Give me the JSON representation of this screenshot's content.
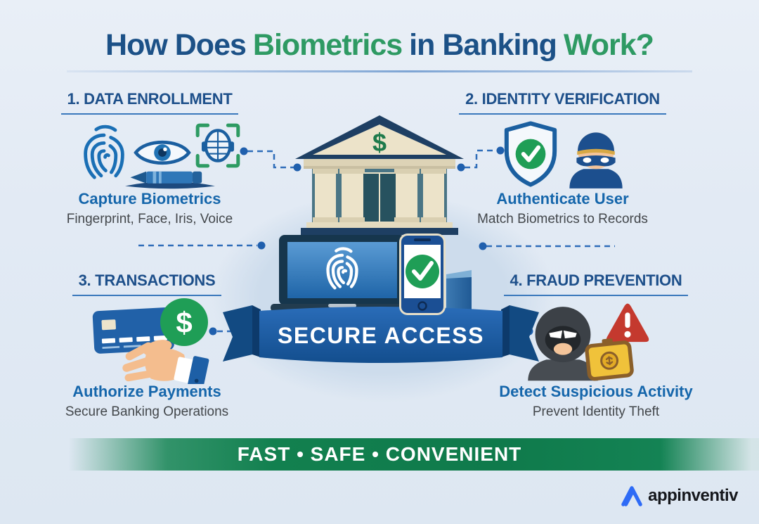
{
  "title": {
    "p1": "How Does",
    "p2": "Biometrics",
    "p3": "in Banking",
    "p4": "Work?"
  },
  "sections": [
    {
      "heading": "1. DATA ENROLLMENT",
      "caption": "Capture Biometrics",
      "subcaption": "Fingerprint, Face, Iris, Voice",
      "icons": [
        "fingerprint-icon",
        "eye-icon",
        "face-scan-icon",
        "pen-icon"
      ]
    },
    {
      "heading": "2. IDENTITY VERIFICATION",
      "caption": "Authenticate User",
      "subcaption": "Match Biometrics to Records",
      "icons": [
        "shield-check-icon",
        "masked-user-icon"
      ]
    },
    {
      "heading": "3. TRANSACTIONS",
      "caption": "Authorize Payments",
      "subcaption": "Secure Banking Operations",
      "icons": [
        "credit-card-hand-icon",
        "dollar-coin-icon"
      ]
    },
    {
      "heading": "4. FRAUD PREVENTION",
      "caption": "Detect Suspicious Activity",
      "subcaption": "Prevent Identity Theft",
      "icons": [
        "thief-icon",
        "warning-triangle-icon",
        "stolen-wallet-icon"
      ]
    }
  ],
  "center": {
    "ribbon_label": "SECURE ACCESS",
    "building": "bank-icon",
    "devices": [
      "laptop-fingerprint-icon",
      "phone-check-icon"
    ]
  },
  "symbols": {
    "dollar": "$"
  },
  "footer": {
    "banner_text": "FAST • SAFE • CONVENIENT",
    "logo_text": "appinventiv"
  },
  "colors": {
    "title_blue": "#1c5187",
    "title_green": "#2e9a63",
    "heading_navy": "#1d4f8a",
    "caption_blue": "#1566ab",
    "subcaption_gray": "#43474b",
    "connector_blue": "#2f6db9",
    "banner_green": "#12804f",
    "ribbon_blue": "#1d5ca8",
    "logo_blue": "#2e6bf6"
  }
}
